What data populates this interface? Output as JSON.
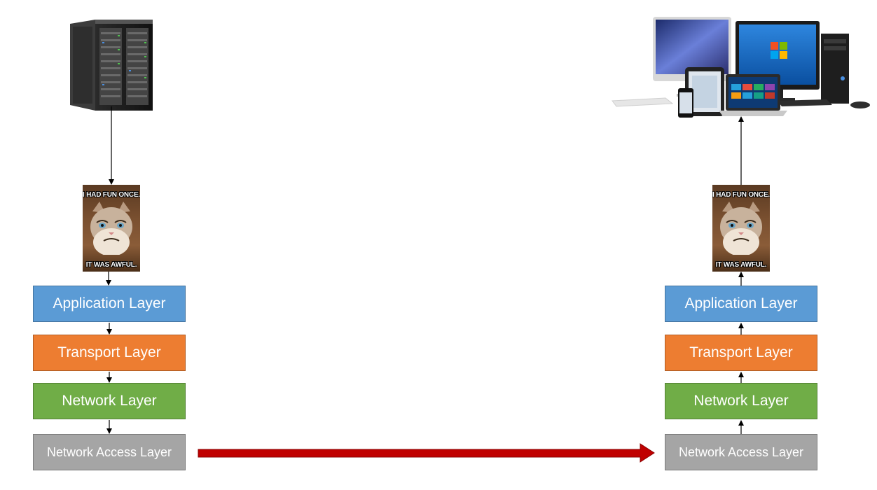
{
  "left_stack": {
    "meme_top": "I HAD FUN ONCE.",
    "meme_bottom": "IT WAS AWFUL.",
    "layers": [
      "Application Layer",
      "Transport Layer",
      "Network Layer",
      "Network Access Layer"
    ]
  },
  "right_stack": {
    "meme_top": "I HAD FUN ONCE.",
    "meme_bottom": "IT WAS AWFUL.",
    "layers": [
      "Application Layer",
      "Transport Layer",
      "Network Layer",
      "Network Access Layer"
    ]
  },
  "colors": {
    "application": "#5b9bd5",
    "transport": "#ed7d31",
    "network": "#70ad47",
    "network_access": "#a5a5a5",
    "transfer_arrow": "#c00000"
  },
  "icons": {
    "source": "server-rack-icon",
    "destination": "client-devices-icon"
  }
}
